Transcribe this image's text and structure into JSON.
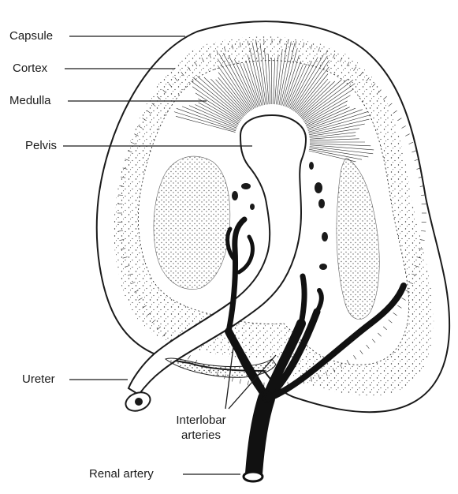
{
  "labels": {
    "capsule": "Capsule",
    "cortex": "Cortex",
    "medulla": "Medulla",
    "pelvis": "Pelvis",
    "ureter": "Ureter",
    "interlobar_line1": "Interlobar",
    "interlobar_line2": "arteries",
    "renal_artery": "Renal artery"
  },
  "colors": {
    "ink": "#1a1a1a",
    "background": "#ffffff"
  }
}
